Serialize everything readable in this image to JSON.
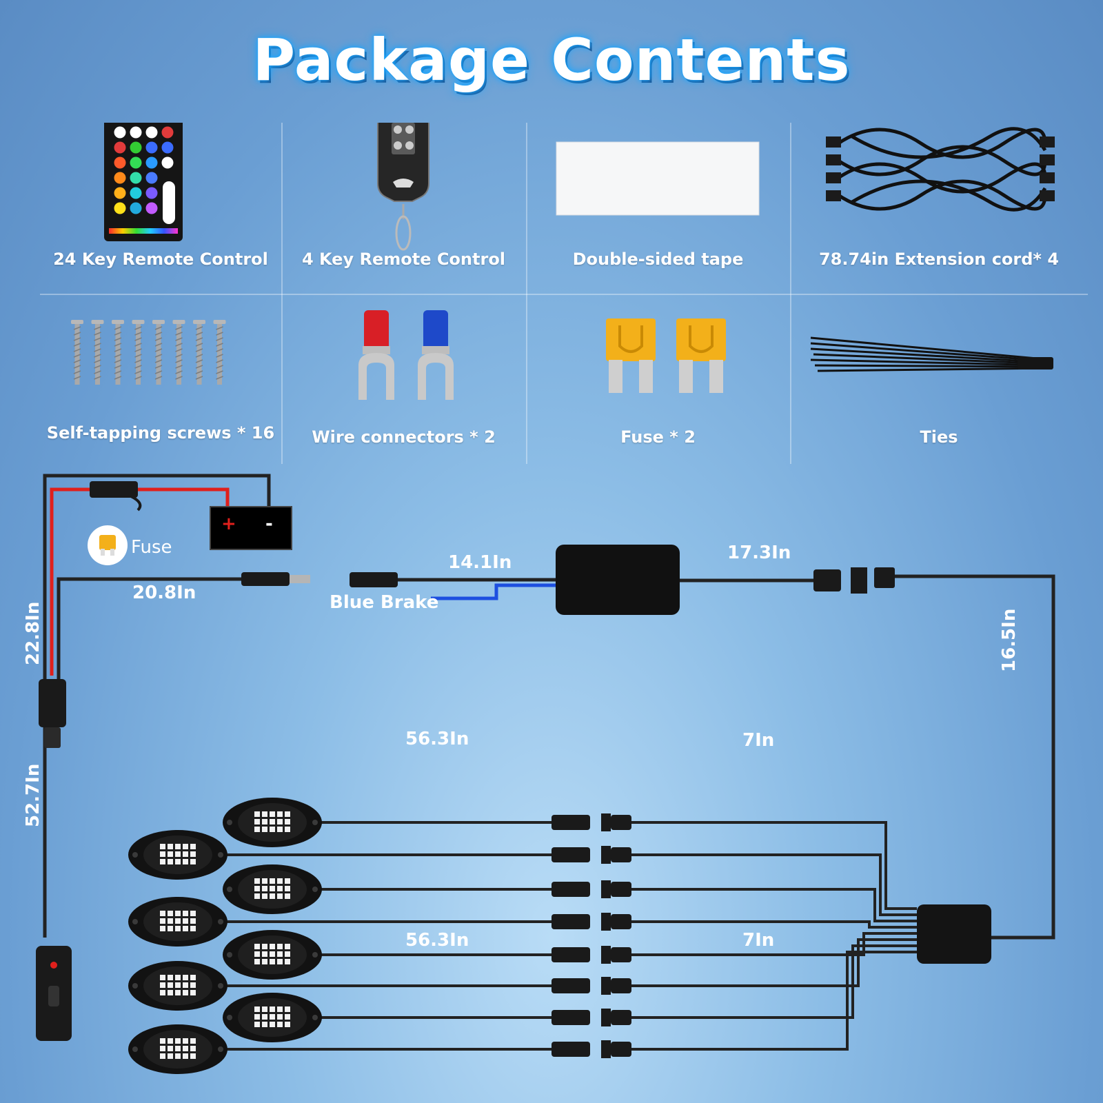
{
  "title": "Package Contents",
  "items": [
    {
      "label": "24 Key Remote Control",
      "icon": "remote-24-key-icon"
    },
    {
      "label": "4 Key Remote Control",
      "icon": "keyfob-remote-icon"
    },
    {
      "label": "Double-sided tape",
      "icon": "tape-icon"
    },
    {
      "label": "78.74in Extension cord* 4",
      "icon": "extension-cord-icon"
    },
    {
      "label": "Self-tapping screws * 16",
      "icon": "screws-icon"
    },
    {
      "label": "Wire connectors * 2",
      "icon": "wire-connector-icon"
    },
    {
      "label": "Fuse * 2",
      "icon": "fuse-icon"
    },
    {
      "label": "Ties",
      "icon": "cable-ties-icon"
    }
  ],
  "wiring": {
    "fuse_label": "Fuse",
    "battery_plus": "+",
    "battery_minus": "-",
    "blue_brake_label": "Blue Brake",
    "dim_power_vertical": "22.8In",
    "dim_switch_vertical": "52.7In",
    "dim_dc_cable": "20.8In",
    "dim_brake_cable": "14.1In",
    "dim_controller_out": "17.3In",
    "dim_right_vertical": "16.5In",
    "dim_pod_cable_top": "56.3In",
    "dim_hub_cable_top": "7In",
    "dim_pod_cable_bottom": "56.3In",
    "dim_hub_cable_bottom": "7In"
  },
  "colors": {
    "title_glow": "#1aa6ff",
    "wire_red": "#e0201c",
    "wire_black": "#222222",
    "wire_blue": "#1d4fe0",
    "fuse_amber": "#f3b01a"
  }
}
